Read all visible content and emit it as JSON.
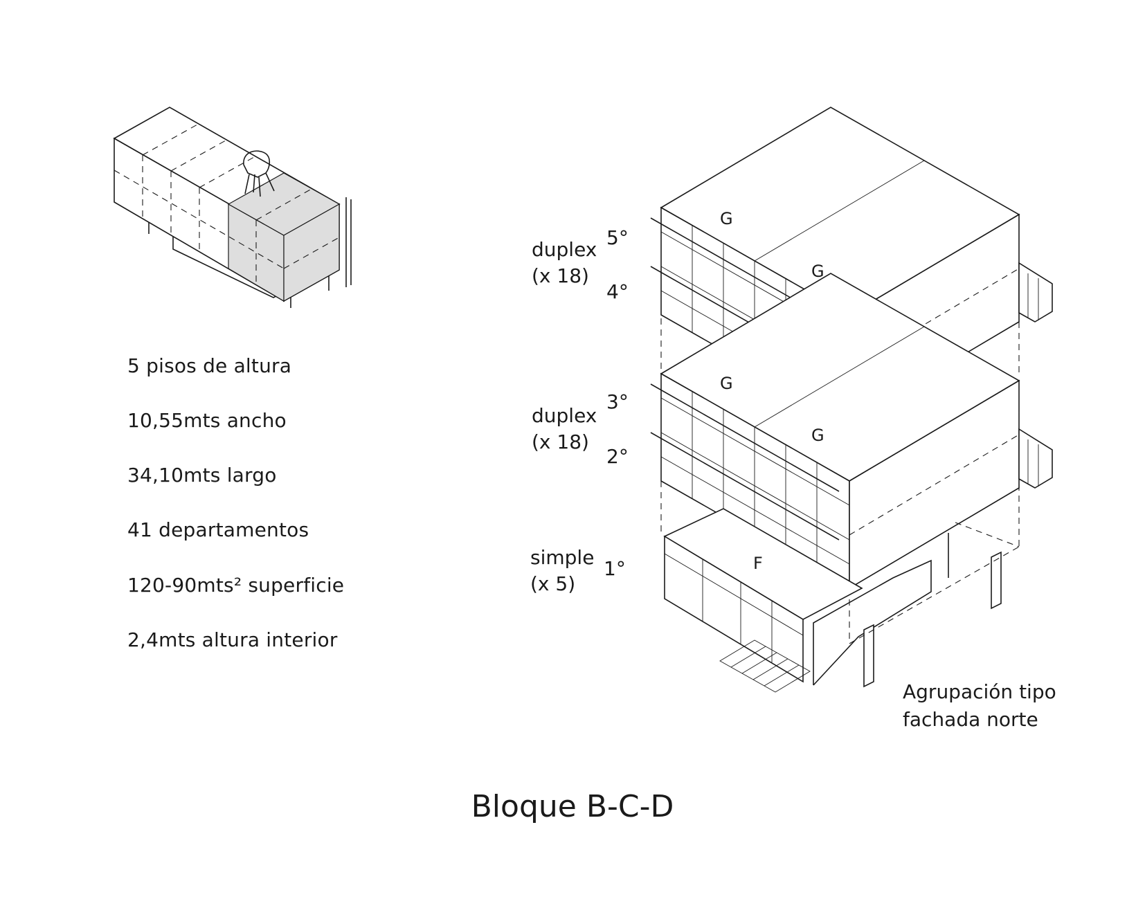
{
  "stats": [
    "5 pisos de altura",
    "10,55mts ancho",
    "34,10mts largo",
    "41 departamentos",
    "120-90mts² superficie",
    "2,4mts altura interior"
  ],
  "levels": [
    {
      "type": "duplex",
      "count": "(x 18)",
      "upper": "5°",
      "lower": "4°"
    },
    {
      "type": "duplex",
      "count": "(x 18)",
      "upper": "3°",
      "lower": "2°"
    },
    {
      "type": "simple",
      "count": "(x 5)",
      "floor": "1°"
    }
  ],
  "unit_labels": {
    "g_a": "G",
    "g_b": "G",
    "g_c": "G",
    "g_d": "G",
    "f": "F"
  },
  "caption": [
    "Agrupación tipo",
    "fachada norte"
  ],
  "title": "Bloque B-C-D"
}
